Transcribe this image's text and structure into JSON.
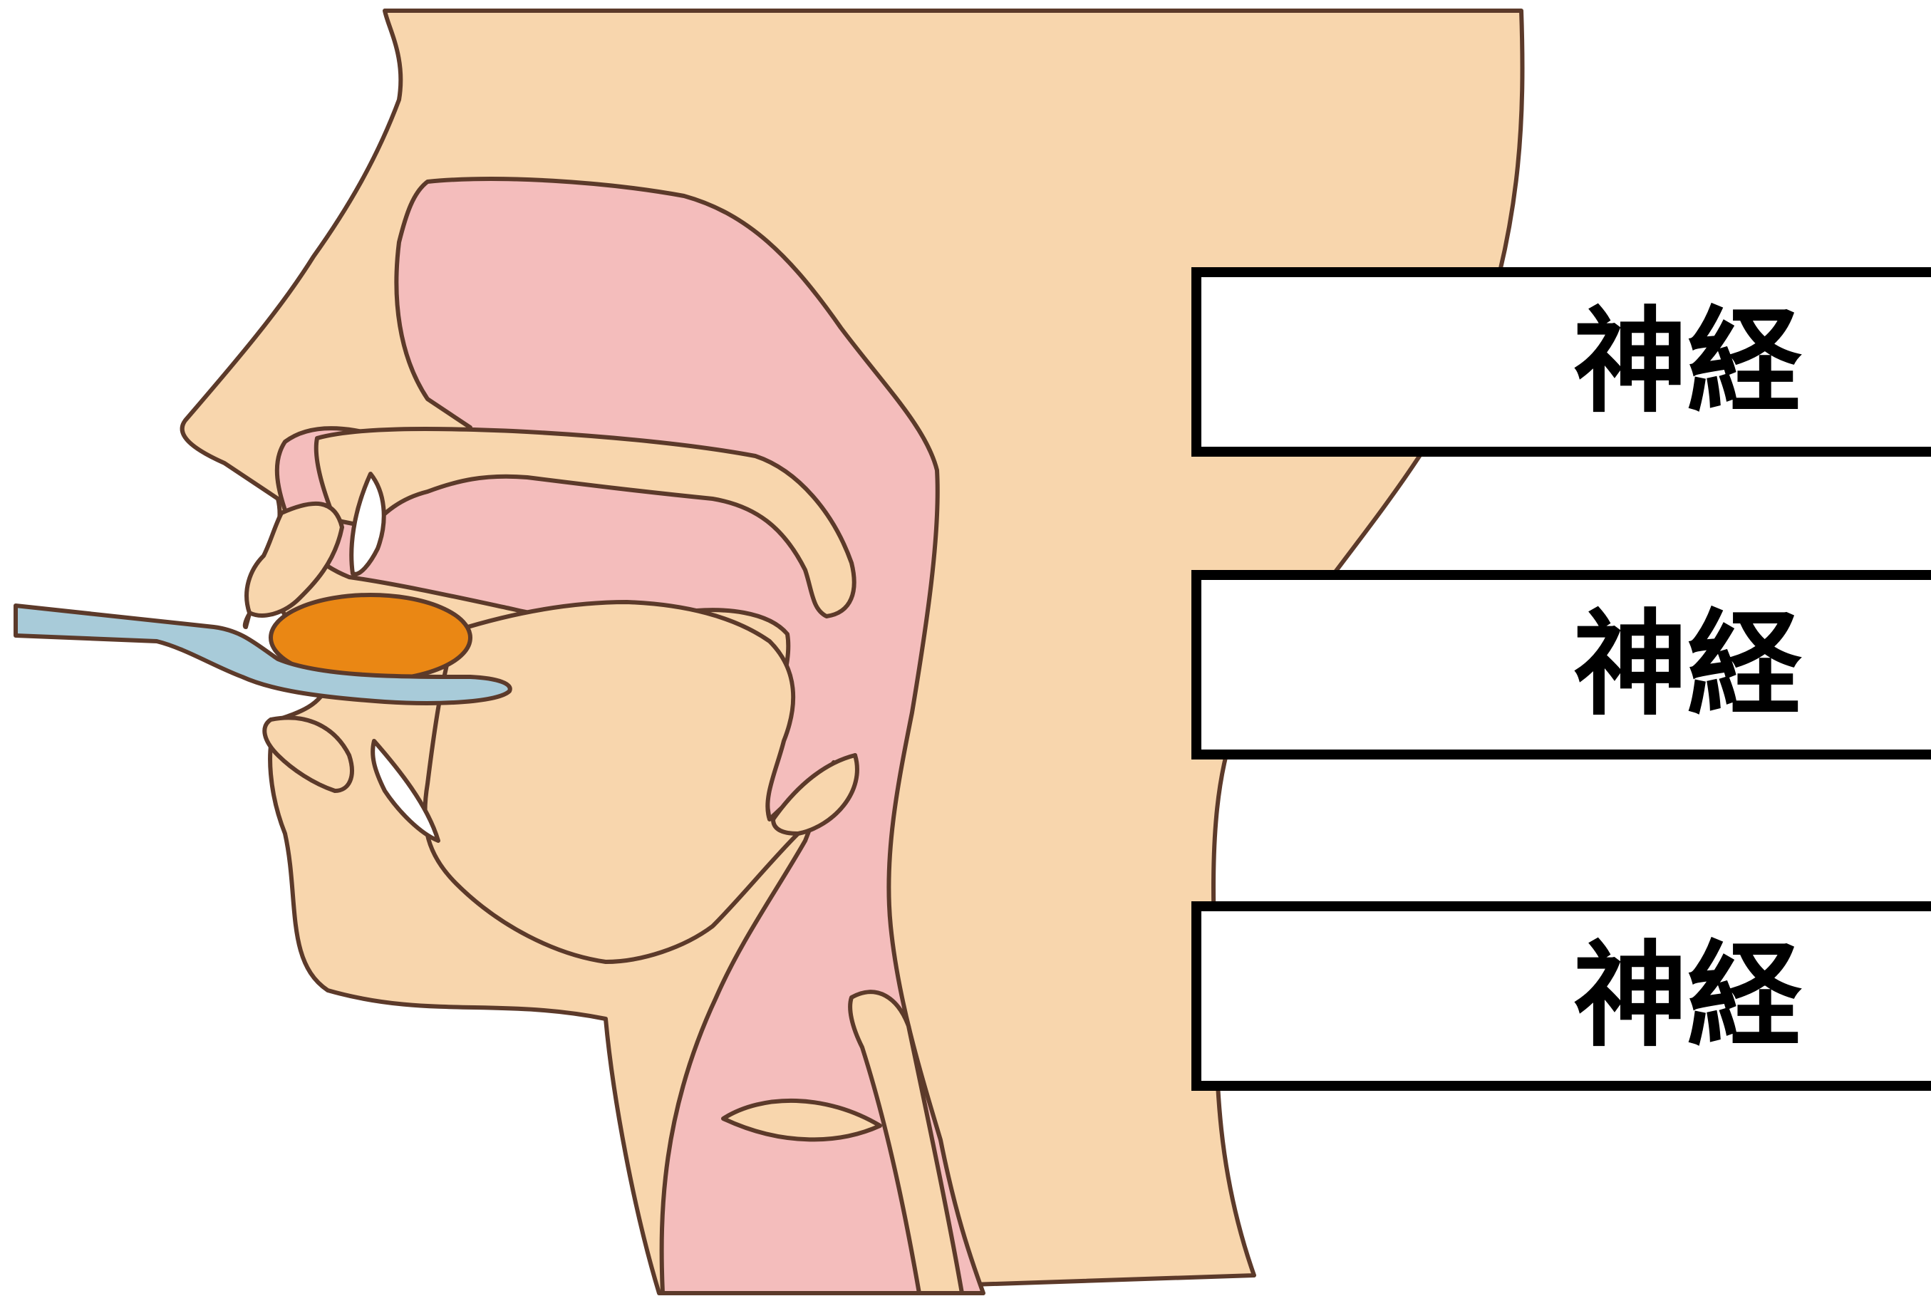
{
  "diagram": {
    "colors": {
      "skin": "#f8d6ad",
      "mucosa": "#f4bdbc",
      "outline": "#5c3a2a",
      "food": "#ea8714",
      "spoon": "#a8cbd9",
      "teeth": "#ffffff"
    },
    "icons": {
      "spoon": "spoon-icon",
      "food": "food-bolus-icon"
    },
    "labels": [
      {
        "text": "神経"
      },
      {
        "text": "神経"
      },
      {
        "text": "神経"
      }
    ]
  }
}
